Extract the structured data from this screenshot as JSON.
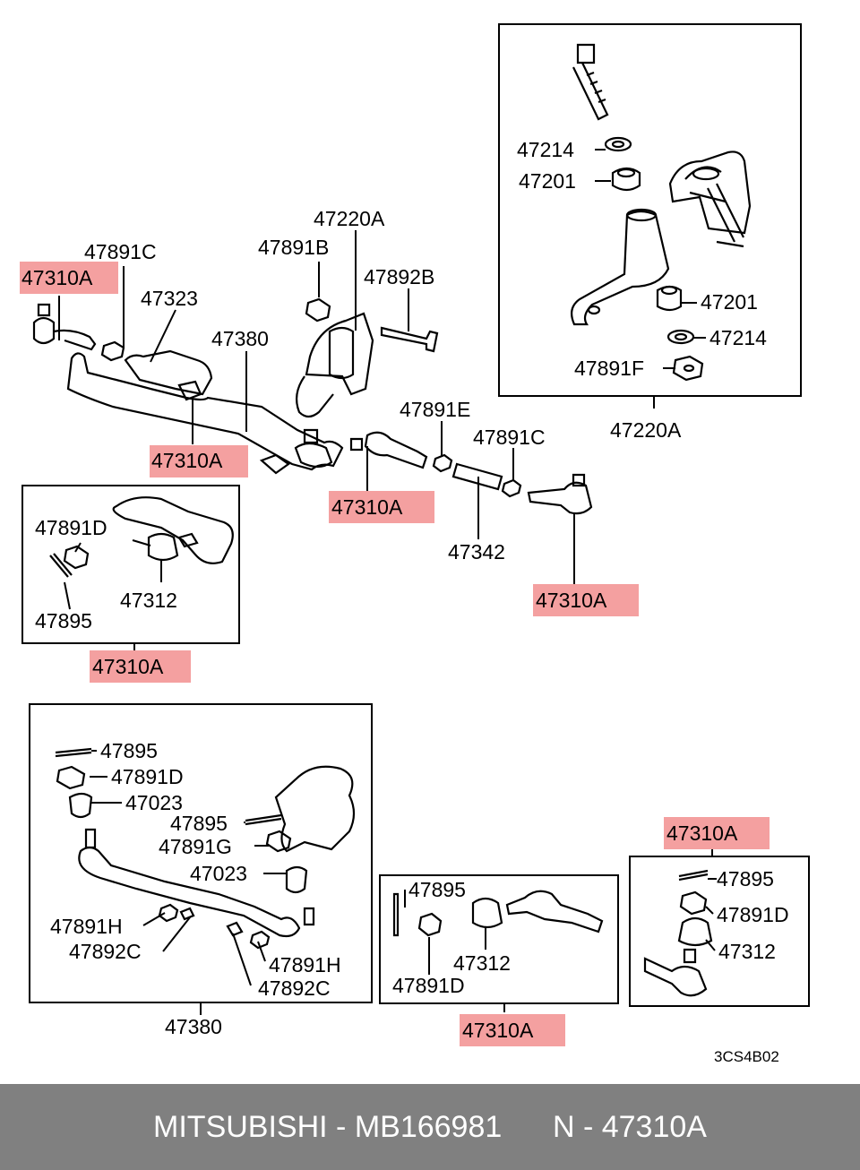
{
  "labels": {
    "tie_rod_end": "47310A",
    "idler_arm_assy": "47220A",
    "bolt_47892b": "47892B",
    "nut_47891b": "47891B",
    "nut_47891c": "47891C",
    "nut_47891d": "47891D",
    "nut_47891e": "47891E",
    "nut_47891f": "47891F",
    "nut_47891g": "47891G",
    "nut_47891h": "47891H",
    "bolt_47892c": "47892C",
    "washer_47214": "47214",
    "bushing_47201": "47201",
    "bracket_47323": "47323",
    "relay_rod_47380": "47380",
    "boot_47312": "47312",
    "cotter_pin_47895": "47895",
    "sleeve_47342": "47342",
    "dust_cover_47023": "47023"
  },
  "diagram_code": "3CS4B02",
  "footer": {
    "text": "MITSUBISHI - MB166981      N - 47310A"
  },
  "colors": {
    "highlight": "#f4a0a0",
    "footer_bg": "#808080",
    "footer_text": "#ffffff",
    "line": "#000000"
  }
}
